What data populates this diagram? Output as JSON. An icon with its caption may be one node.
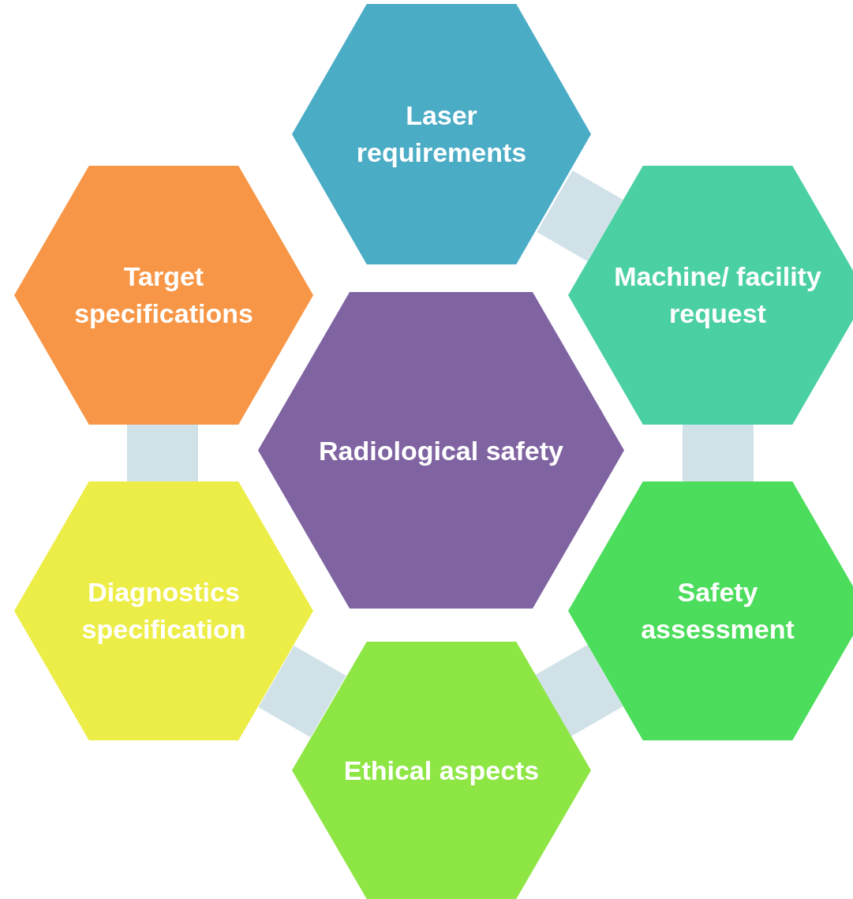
{
  "diagram": {
    "nodes": [
      {
        "text": [
          "Laser requirements"
        ]
      },
      {
        "text": [
          "Target specifications"
        ]
      },
      {
        "text": [
          "Machine/ facility request"
        ]
      },
      {
        "text": [
          "Radiological safety"
        ]
      },
      {
        "text": [
          "Diagnostics specification"
        ]
      },
      {
        "text": [
          "Safety assessment"
        ]
      },
      {
        "text": [
          "Ethical aspects"
        ]
      }
    ],
    "edges": [
      {
        "from": 0,
        "to": 2,
        "arrow": "none"
      },
      {
        "from": 2,
        "to": 5,
        "arrow": "none"
      },
      {
        "from": 5,
        "to": 6,
        "arrow": "none"
      },
      {
        "from": 6,
        "to": 4,
        "arrow": "none"
      },
      {
        "from": 4,
        "to": 1,
        "arrow": "none"
      }
    ]
  }
}
